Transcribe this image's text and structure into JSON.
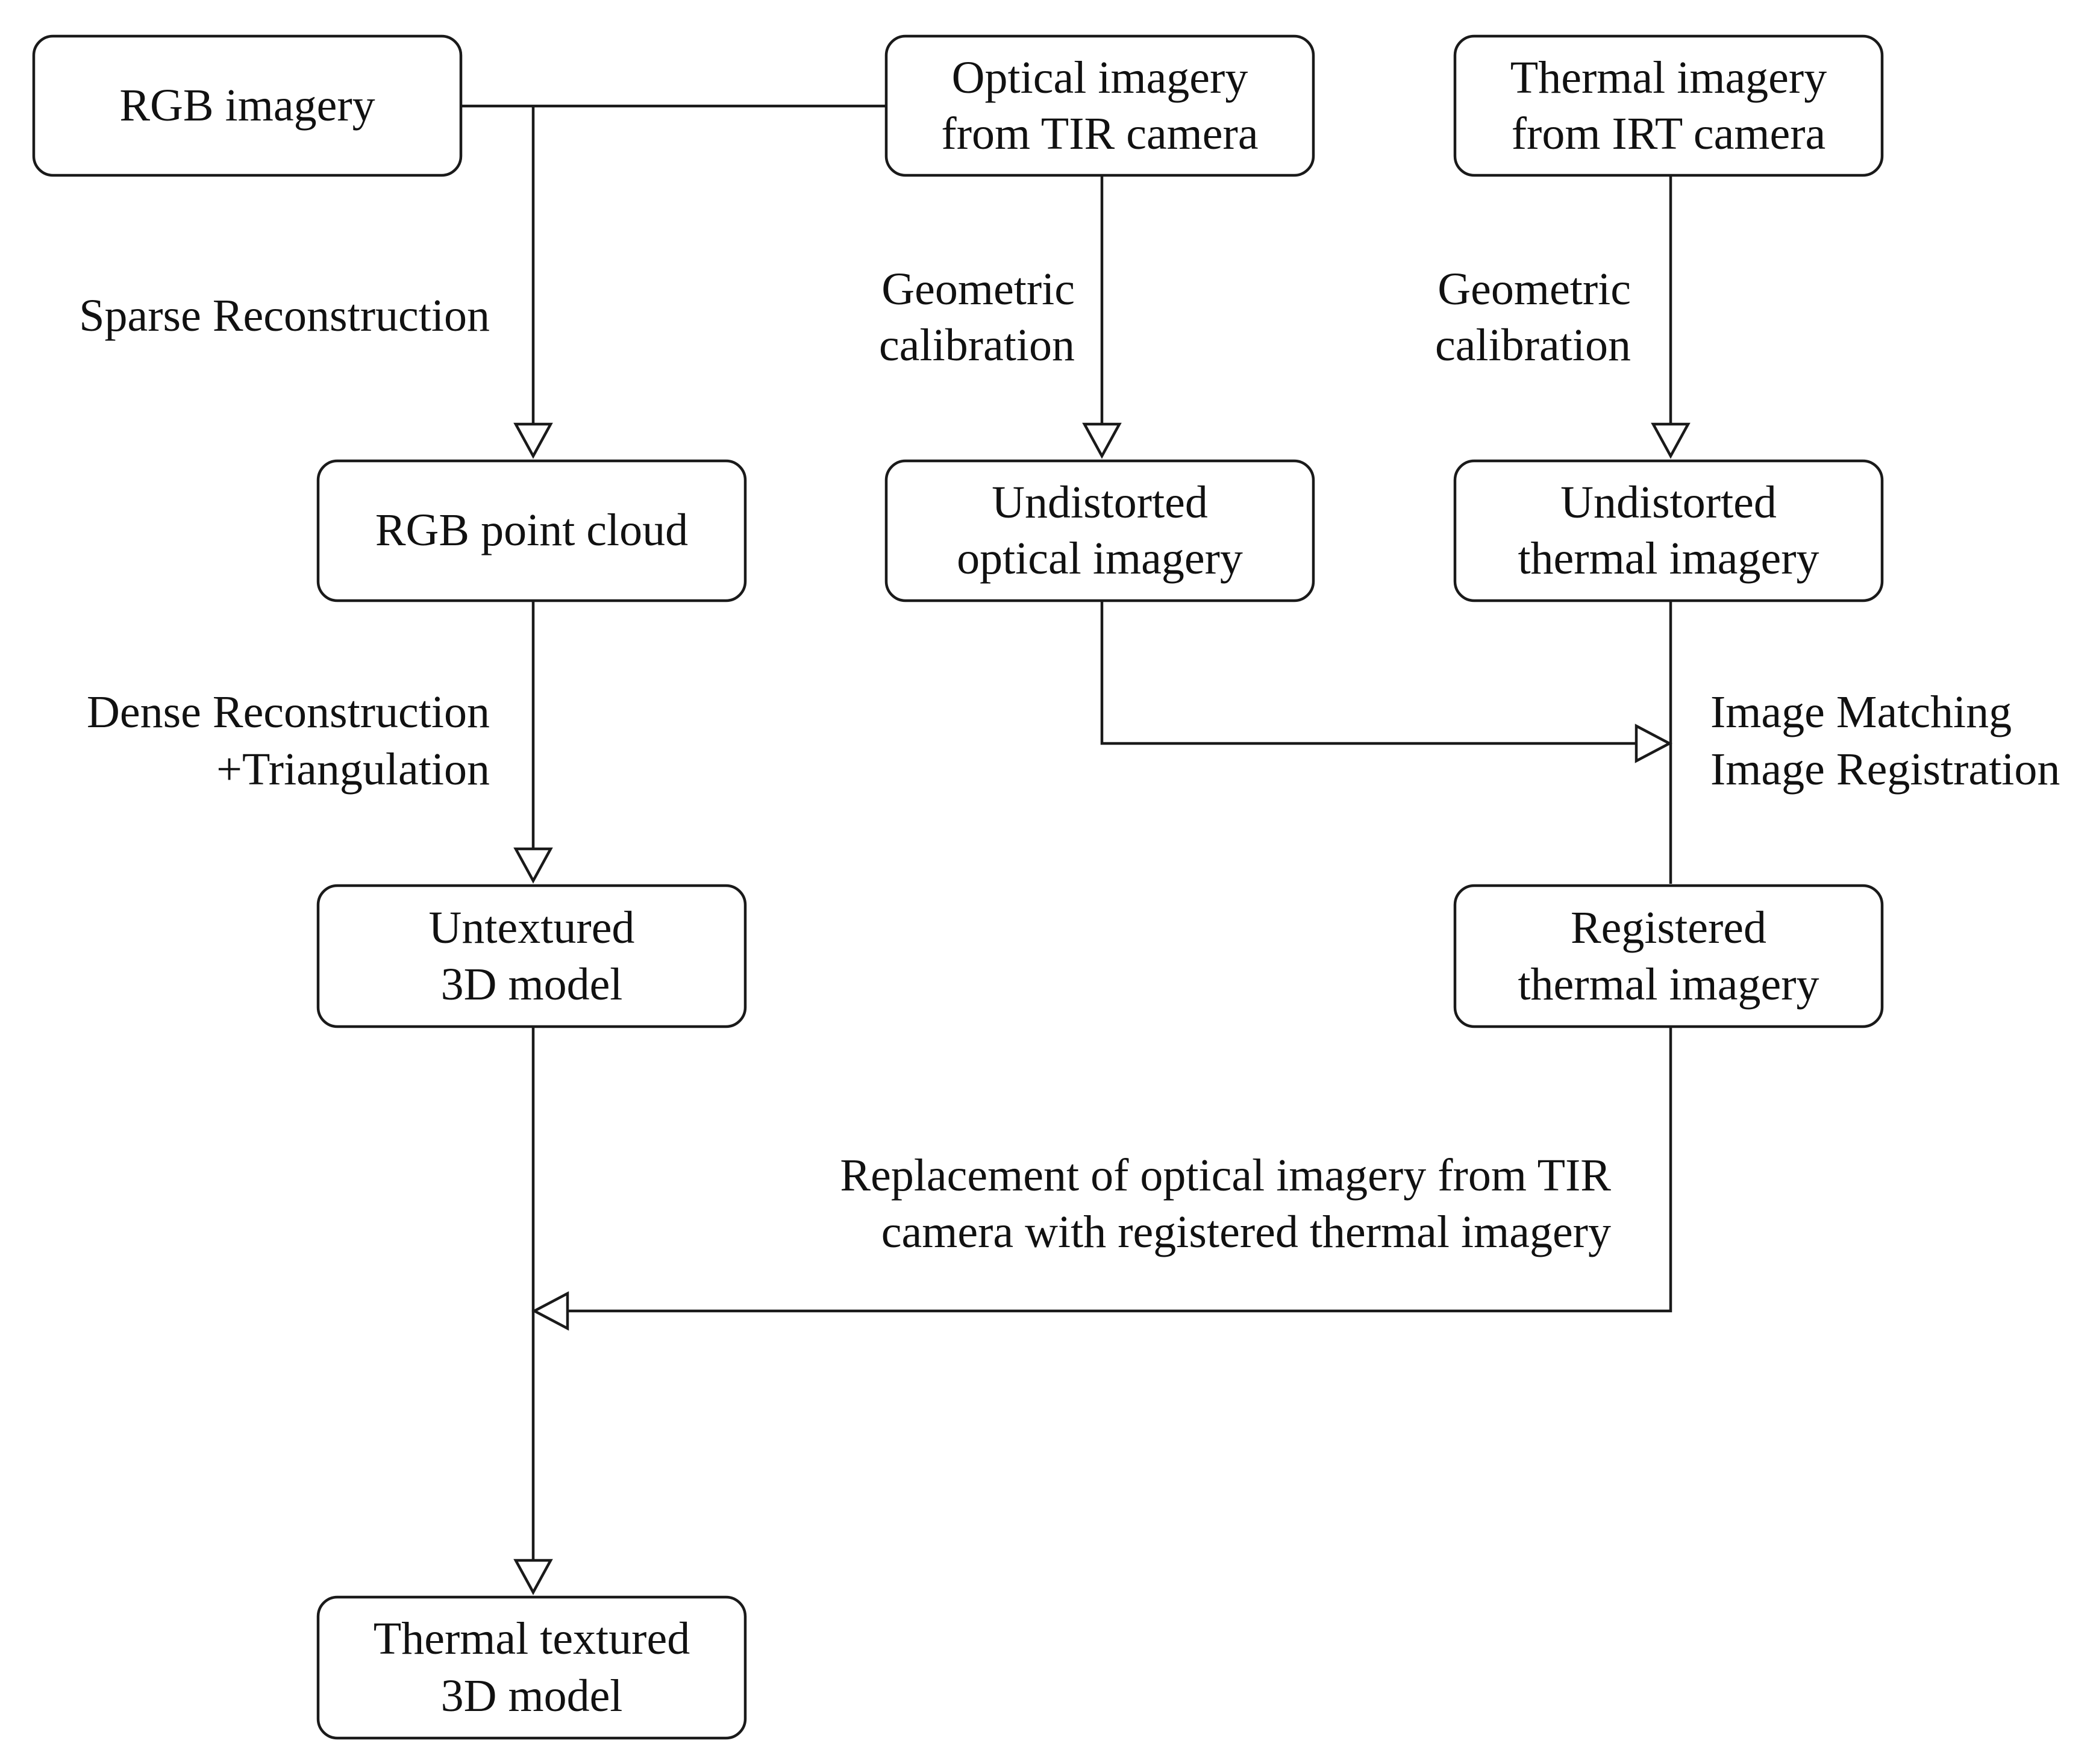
{
  "nodes": {
    "rgb_imagery": [
      "RGB imagery"
    ],
    "optical_imagery_tir": [
      "Optical imagery",
      "from TIR camera"
    ],
    "thermal_imagery_irt": [
      "Thermal imagery",
      "from IRT camera"
    ],
    "rgb_point_cloud": [
      "RGB point cloud"
    ],
    "undistorted_optical": [
      "Undistorted",
      "optical imagery"
    ],
    "undistorted_thermal": [
      "Undistorted",
      "thermal imagery"
    ],
    "untextured_model": [
      "Untextured",
      "3D model"
    ],
    "registered_thermal": [
      "Registered",
      "thermal imagery"
    ],
    "thermal_textured_model": [
      "Thermal textured",
      "3D model"
    ]
  },
  "edge_labels": {
    "sparse_reconstruction": [
      "Sparse Reconstruction"
    ],
    "geometric_calibration_optical": [
      "Geometric",
      "calibration"
    ],
    "geometric_calibration_thermal": [
      "Geometric",
      "calibration"
    ],
    "dense_reconstruction": [
      "Dense Reconstruction",
      "+Triangulation"
    ],
    "image_matching": [
      "Image Matching",
      "Image Registration"
    ],
    "replacement": [
      "Replacement of optical imagery from TIR",
      "camera with registered thermal imagery"
    ]
  },
  "colors": {
    "stroke": "#1a1a1a",
    "background": "#ffffff",
    "text": "#111111"
  }
}
